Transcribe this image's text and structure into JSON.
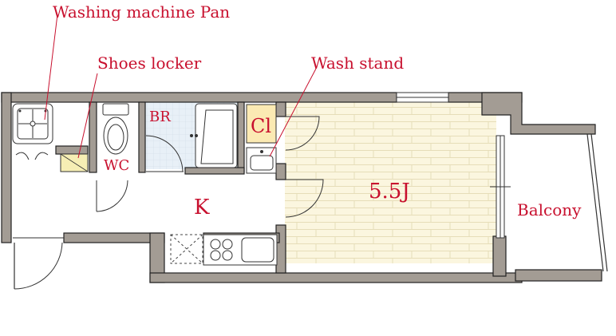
{
  "labels": {
    "washing_machine_pan": "Washing machine Pan",
    "shoes_locker": "Shoes locker",
    "wash_stand": "Wash stand",
    "bathroom": "BR",
    "closet": "Cl",
    "toilet": "WC",
    "kitchen": "K",
    "room_size": "5.5J",
    "balcony": "Balcony"
  },
  "colors": {
    "label_red": "#c8102e",
    "wall": "#a39c94",
    "floor_wood": "#fbf6df",
    "floor_grain": "#e6ddb8",
    "bath_tile": "#e8f0f7",
    "closet_fill": "#fbeab3",
    "shoe_locker_fill": "#f6eeb4"
  }
}
